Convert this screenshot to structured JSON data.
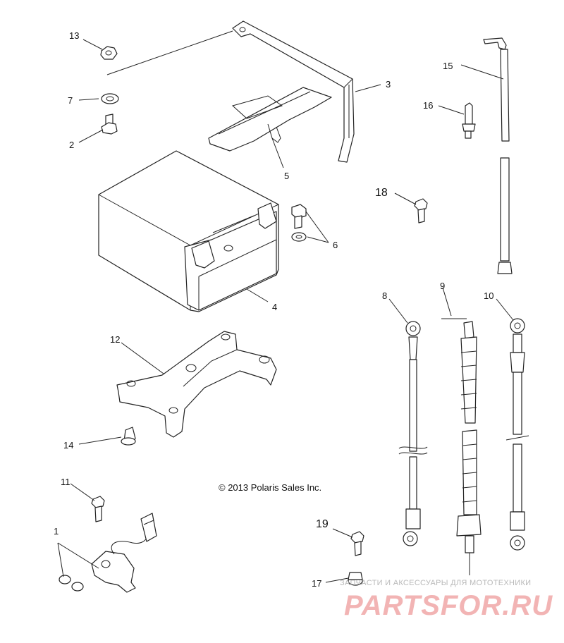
{
  "copyright": "© 2013 Polaris Sales Inc.",
  "watermark": {
    "tagline": "ЗАПЧАСТИ И АКСЕССУАРЫ ДЛЯ МОТОТЕХНИКИ",
    "logo": "PARTSFOR.RU",
    "color": "#f0a8a8"
  },
  "callouts": {
    "c1": "1",
    "c2": "2",
    "c3": "3",
    "c4": "4",
    "c5": "5",
    "c6": "6",
    "c7": "7",
    "c8": "8",
    "c9": "9",
    "c10": "10",
    "c11": "11",
    "c12": "12",
    "c13": "13",
    "c14": "14",
    "c15": "15",
    "c16": "16",
    "c17": "17",
    "c18": "18",
    "c19": "19"
  }
}
